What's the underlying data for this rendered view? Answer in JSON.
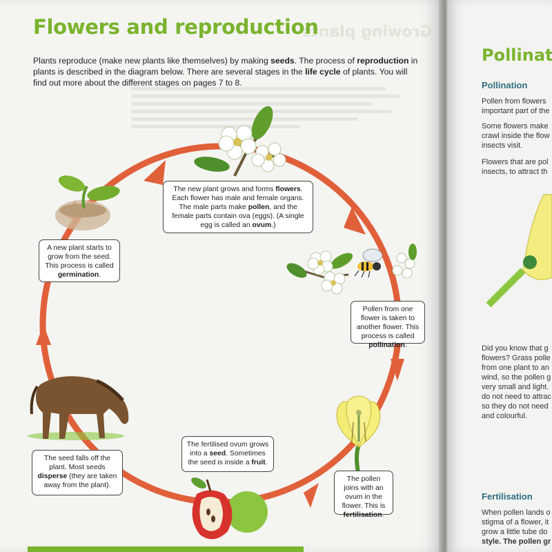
{
  "left_page": {
    "title": "Flowers and reproduction",
    "mirrored_heading": "Growing plants",
    "intro": {
      "t1": "Plants reproduce (make new plants like themselves) by making ",
      "b1": "seeds",
      "t2": ". The process of ",
      "b2": "reproduction",
      "t3": " in plants is described in the diagram below. There are several stages in the ",
      "b3": "life cycle",
      "t4": " of plants. You will find out more about the different stages on pages 7 to 8."
    },
    "captions": {
      "flowers": {
        "t1": "The new plant grows and forms ",
        "b1": "flowers",
        "t2": ". Each flower has male and female organs. The male parts make ",
        "b2": "pollen",
        "t3": ", and the female parts contain ova (eggs). (A single egg is called an ",
        "b3": "ovum",
        "t4": ".)"
      },
      "germination": {
        "t1": "A new plant starts to grow from the seed. This process is called ",
        "b1": "germination",
        "t2": "."
      },
      "pollination": {
        "t1": "Pollen from one flower is taken to another flower. This process is called ",
        "b1": "pollination",
        "t2": "."
      },
      "seed": {
        "t1": "The fertilised ovum grows into a ",
        "b1": "seed",
        "t2": ". Sometimes the seed is inside a ",
        "b2": "fruit",
        "t3": "."
      },
      "disperse": {
        "t1": "The seed falls off the plant. Most seeds ",
        "b1": "disperse",
        "t2": " (they are taken away from the plant)."
      },
      "fertilisation": {
        "t1": "The pollen joins with an ovum in the flower. This is ",
        "b1": "fertilisation",
        "t2": "."
      }
    }
  },
  "right_page": {
    "title": "Pollinat",
    "sections": [
      {
        "heading": "Pollination",
        "lines": [
          "Pollen from flowers",
          "important part of the",
          "Some flowers make",
          "crawl inside the flow",
          "insects visit.",
          "Flowers that are pol",
          "insects, to attract th"
        ]
      },
      {
        "heading": "",
        "lines": [
          "Did you know that g",
          "flowers? Grass polle",
          "from one plant to an",
          "wind, so the pollen g",
          "very small and light.",
          "do not need to attrac",
          "so they do not need",
          "and colourful."
        ]
      },
      {
        "heading": "Fertilisation",
        "lines": [
          "When pollen lands o",
          "stigma of a flower, it",
          "grow a little tube do",
          "style. The pollen gr"
        ]
      }
    ]
  },
  "colors": {
    "title_green": "#7ab32d",
    "cycle_orange": "#e0603a",
    "heading_blue": "#2d6e80"
  },
  "icons": [
    "seedling-icon",
    "flower-branch-icon",
    "bee-icon",
    "lily-flower-icon",
    "apple-icon",
    "horse-icon"
  ]
}
